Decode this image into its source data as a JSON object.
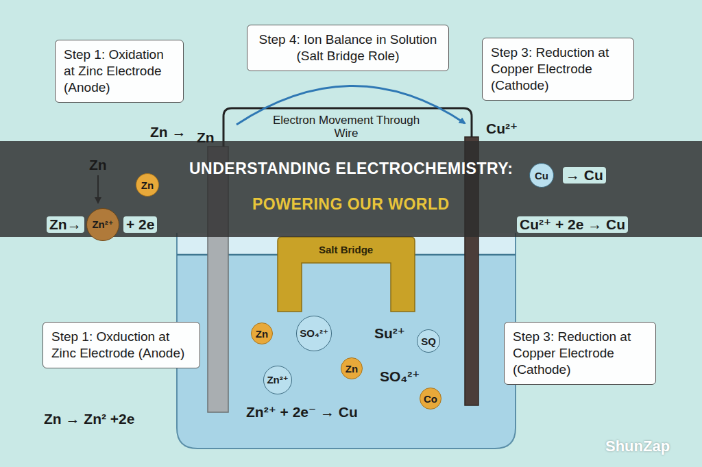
{
  "diagram": {
    "title": "UNDERSTANDING ELECTROCHEMISTRY:",
    "nodes": [
      {
        "text": [
          "Step 1: Oxidation at Zinc Electrode (Anode)"
        ]
      },
      {
        "text": [
          "Step 4: Ion Balance in Solution (Salt Bridge Role)"
        ]
      },
      {
        "text": [
          "Step 3: Reduction at Copper Electrode (Cathode)"
        ]
      },
      {
        "text": [
          "Zn"
        ]
      },
      {
        "text": [
          "Cu"
        ]
      },
      {
        "text": [
          "Zn²⁺"
        ]
      },
      {
        "text": [
          "Step 1: Oxduction at Zinc Electrode (Anode)"
        ]
      },
      {
        "text": [
          "Zn"
        ]
      },
      {
        "text": [
          "SO₄²⁺"
        ]
      },
      {
        "text": [
          "SQ"
        ]
      },
      {
        "text": [
          "Zn"
        ]
      },
      {
        "text": [
          "Zn²⁺"
        ]
      },
      {
        "text": [
          "Co"
        ]
      },
      {
        "text": [
          "Step 3: Reduction at Copper Electrode (Cathode)"
        ]
      }
    ],
    "labels": [
      "POWERING OUR WORLD",
      "Zn →",
      "Zn",
      "Cu²⁺",
      "Electron Movement Through Wire",
      "Zn",
      "Zn→",
      "+ 2e",
      "→ Cu",
      "Cu²⁺ + 2e → Cu",
      "Salt Bridge",
      "Su²⁺",
      "SO₄²⁺",
      "Zn²⁺ + 2e⁻ → Cu",
      "Zn → Zn² +2e",
      "ShunZap"
    ]
  }
}
